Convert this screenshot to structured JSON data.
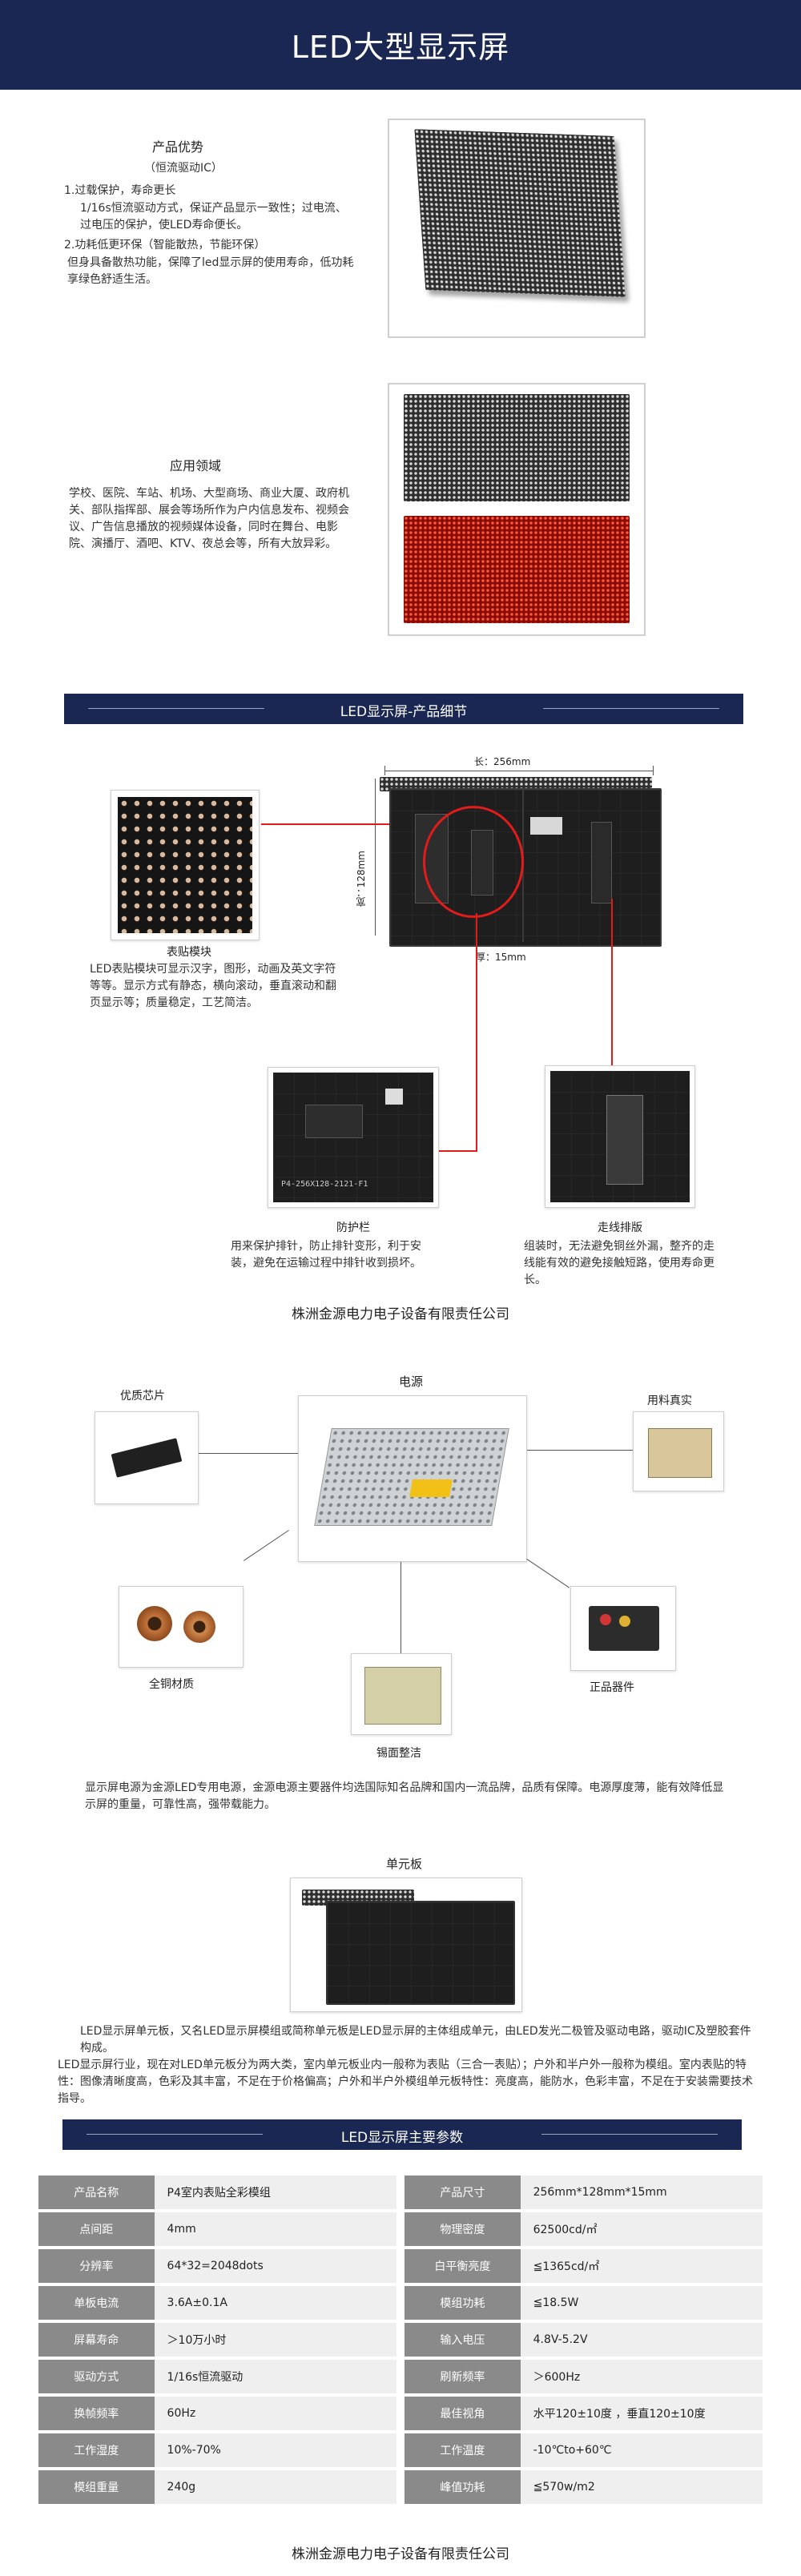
{
  "header": {
    "title": "LED大型显示屏"
  },
  "advantages": {
    "title": "产品优势",
    "subtitle": "（恒流驱动IC）",
    "p1_title": "1.过载保护，寿命更长",
    "p1_body": "1/16s恒流驱动方式，保证产品显示一致性；过电流、过电压的保护，使LED寿命便长。",
    "p2_title": "2.功耗低更环保（智能散热，节能环保）",
    "p2_body": "但身具备散热功能，保障了led显示屏的使用寿命，低功耗享绿色舒适生活。"
  },
  "applications": {
    "title": "应用领域",
    "body": "学校、医院、车站、机场、大型商场、商业大厦、政府机关、部队指挥部、展会等场所作为户内信息发布、视频会议、广告信息播放的视频媒体设备，同时在舞台、电影院、演播厅、酒吧、KTV、夜总会等，所有大放异彩。"
  },
  "detail_section": {
    "title": "LED显示屏-产品细节"
  },
  "details": {
    "length": "长：256mm",
    "width": "宽：128mm",
    "thickness": "厚：15mm",
    "module_title": "表贴模块",
    "module_body": "LED表贴模块可显示汉字，图形，动画及英文字符等等。显示方式有静态，横向滚动，垂直滚动和翻页显示等；质量稳定，工艺简洁。",
    "guard_title": "防护栏",
    "guard_body": "用来保护排针，防止排针变形，利于安装，避免在运输过程中排针收到损坏。",
    "wiring_title": "走线排版",
    "wiring_body": "组装时，无法避免铜丝外漏，整齐的走线能有效的避免接触短路，使用寿命更长。",
    "board_text": "P4-256X128-2121-F1",
    "company": "株洲金源电力电子设备有限责任公司"
  },
  "power": {
    "title": "电源",
    "chip_label": "优质芯片",
    "material_label": "用料真实",
    "copper_label": "全铜材质",
    "genuine_label": "正品器件",
    "solder_label": "锡面整洁",
    "body": "显示屏电源为金源LED专用电源，金源电源主要器件均选国际知名品牌和国内一流品牌，品质有保障。电源厚度薄，能有效降低显示屏的重量，可靠性高，强带载能力。"
  },
  "unit_board": {
    "title": "单元板",
    "body1": "LED显示屏单元板，又名LED显示屏模组或简称单元板是LED显示屏的主体组成单元，由LED发光二极管及驱动电路，驱动IC及塑胶套件构成。",
    "body2": "LED显示屏行业，现在对LED单元板分为两大类，室内单元板业内一般称为表贴（三合一表贴）；户外和半户外一般称为模组。室内表贴的特性：图像清晰度高，色彩及其丰富，不足在于价格偏高；户外和半户外模组单元板特性：亮度高，能防水，色彩丰富，不足在于安装需要技术指导。"
  },
  "specs_section": {
    "title": "LED显示屏主要参数"
  },
  "specs": [
    [
      "产品名称",
      "P4室内表贴全彩模组",
      "产品尺寸",
      "256mm*128mm*15mm"
    ],
    [
      "点间距",
      "4mm",
      "物理密度",
      "62500cd/㎡"
    ],
    [
      "分辨率",
      "64*32=2048dots",
      "白平衡亮度",
      "≦1365cd/㎡"
    ],
    [
      "单板电流",
      "3.6A±0.1A",
      "模组功耗",
      "≦18.5W"
    ],
    [
      "屏幕寿命",
      "＞10万小时",
      "输入电压",
      "4.8V-5.2V"
    ],
    [
      "驱动方式",
      "1/16s恒流驱动",
      "刷新频率",
      "＞600Hz"
    ],
    [
      "换帧频率",
      "60Hz",
      "最佳视角",
      "水平120±10度 ，垂直120±10度"
    ],
    [
      "工作湿度",
      "10%-70%",
      "工作温度",
      "-10℃to+60℃"
    ],
    [
      "模组重量",
      "240g",
      "峰值功耗",
      "≦570w/m2"
    ]
  ],
  "footer": {
    "company": "株洲金源电力电子设备有限责任公司"
  }
}
